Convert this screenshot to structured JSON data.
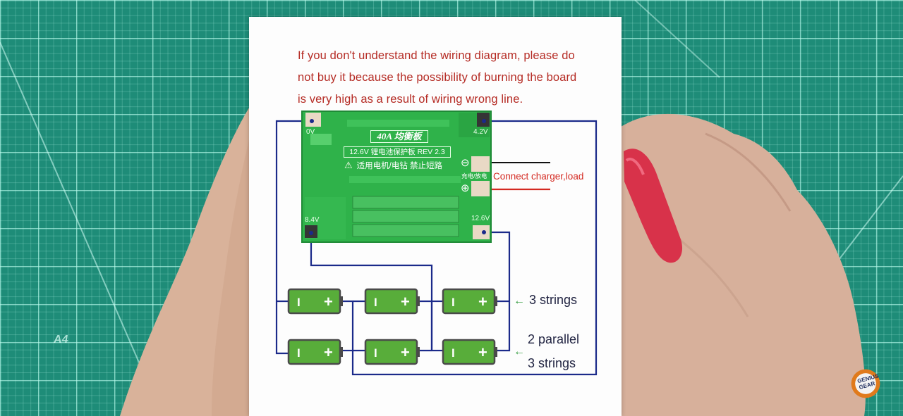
{
  "warning_lines": [
    "If you don't understand the wiring diagram, please do",
    "not buy it because the possibility of burning the board",
    "is very high as a result of wiring wrong line."
  ],
  "board": {
    "brand": "40A 均衡板",
    "model": "12.6V 锂电池保护板 REV 2.3",
    "caution": "适用电机/电钻 禁止短路",
    "terminal_minus": "⊖",
    "terminal_plus": "⊕",
    "terminal_caption": "充电/放电",
    "taps": [
      "0V",
      "4.2V",
      "8.4V",
      "12.6V"
    ]
  },
  "connect_label": "Connect charger,load",
  "battery_signs": {
    "minus": "I",
    "plus": "+"
  },
  "side_labels": {
    "top": "3 strings",
    "bottom_line1": "2 parallel",
    "bottom_line2": "3 strings"
  },
  "mat_marking": "A4",
  "logo_text": "GENIUS GEAR",
  "colors": {
    "mat": "#1e8c78",
    "board": "#2fb24a",
    "battery": "#58ad3a",
    "wire": "#1b2a8a",
    "warning_text": "#b52b24",
    "load_red": "#d42a22"
  },
  "icons": {
    "battery": "battery-icon",
    "arrow": "left-arrow-icon",
    "warning": "warning-triangle-icon",
    "logo": "gear-logo-icon"
  }
}
